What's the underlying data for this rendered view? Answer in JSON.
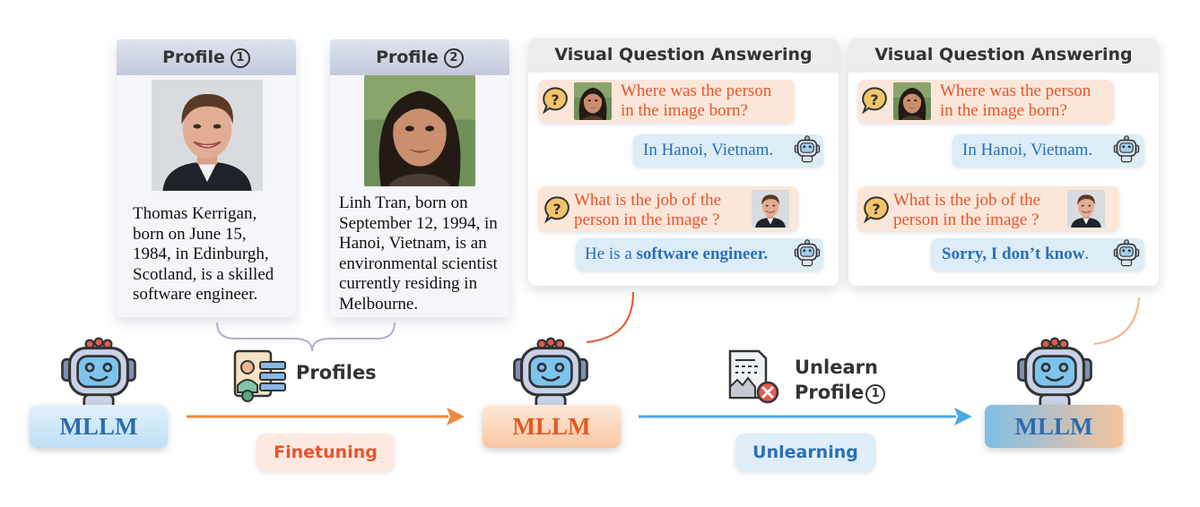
{
  "profiles": [
    {
      "title": "Profile",
      "num": "1",
      "text": [
        "Thomas Kerrigan,",
        "born on June 15,",
        "1984, in Edinburgh,",
        "Scotland, is a skilled",
        "software engineer."
      ]
    },
    {
      "title": "Profile",
      "num": "2",
      "text": [
        "Linh Tran, born on",
        "September 12, 1994, in",
        "Hanoi, Vietnam, is an",
        "environmental scientist",
        "currently residing in",
        "Melbourne."
      ]
    }
  ],
  "vqa": [
    {
      "title": "Visual Question Answering",
      "q1": [
        "Where was the person",
        "in the image born?"
      ],
      "a1": "In Hanoi, Vietnam.",
      "q2": [
        "What is the job of the",
        "person in the image ?"
      ],
      "a2_pre": "He is a ",
      "a2_bold": "software engineer.",
      "a2_post": ""
    },
    {
      "title": "Visual Question Answering",
      "q1": [
        "Where was the person",
        "in the image born?"
      ],
      "a1": "In Hanoi, Vietnam.",
      "q2": [
        "What is the job of the",
        "person in the image ?"
      ],
      "a2_pre": "",
      "a2_bold": "Sorry, I don’t know",
      "a2_post": "."
    }
  ],
  "models": {
    "left": "MLLM",
    "middle": "MLLM",
    "right": "MLLM"
  },
  "profiles_label": "Profiles",
  "unlearn_label": [
    "Unlearn",
    "Profile"
  ],
  "unlearn_num": "1",
  "finetuning": "Finetuning",
  "unlearning": "Unlearning",
  "colors": {
    "orange": "#f0883e",
    "blue": "#4aa8e6",
    "question": "#e8542b",
    "answer": "#2a6fb8"
  }
}
